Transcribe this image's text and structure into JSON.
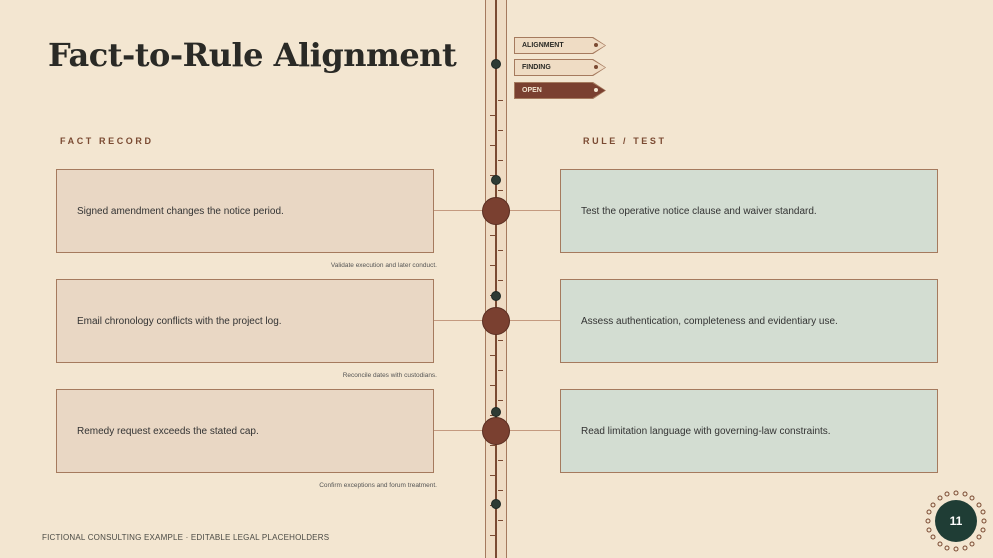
{
  "slide": {
    "title": "Fact-to-Rule Alignment",
    "fact_column_label": "FACT RECORD",
    "rule_column_label": "RULE / TEST",
    "footer": "FICTIONAL CONSULTING EXAMPLE · EDITABLE LEGAL PLACEHOLDERS",
    "page_number": "11"
  },
  "tags": [
    {
      "label": "ALIGNMENT",
      "active": false
    },
    {
      "label": "FINDING",
      "active": false
    },
    {
      "label": "OPEN",
      "active": true
    }
  ],
  "rows": [
    {
      "fact": "Signed amendment changes the notice period.",
      "note": "Validate execution and later conduct.",
      "rule": "Test the operative notice clause and waiver standard."
    },
    {
      "fact": "Email chronology conflicts with the project log.",
      "note": "Reconcile dates with custodians.",
      "rule": "Assess authentication, completeness and evidentiary use."
    },
    {
      "fact": "Remedy request exceeds the stated cap.",
      "note": "Confirm exceptions and forum treatment.",
      "rule": "Read limitation language with governing-law constraints."
    }
  ],
  "colors": {
    "background": "#f3e6d1",
    "accent": "#7a4030",
    "fact_fill": "#e9d7c4",
    "rule_fill": "#d3ddd2",
    "badge": "#1f3d35"
  }
}
